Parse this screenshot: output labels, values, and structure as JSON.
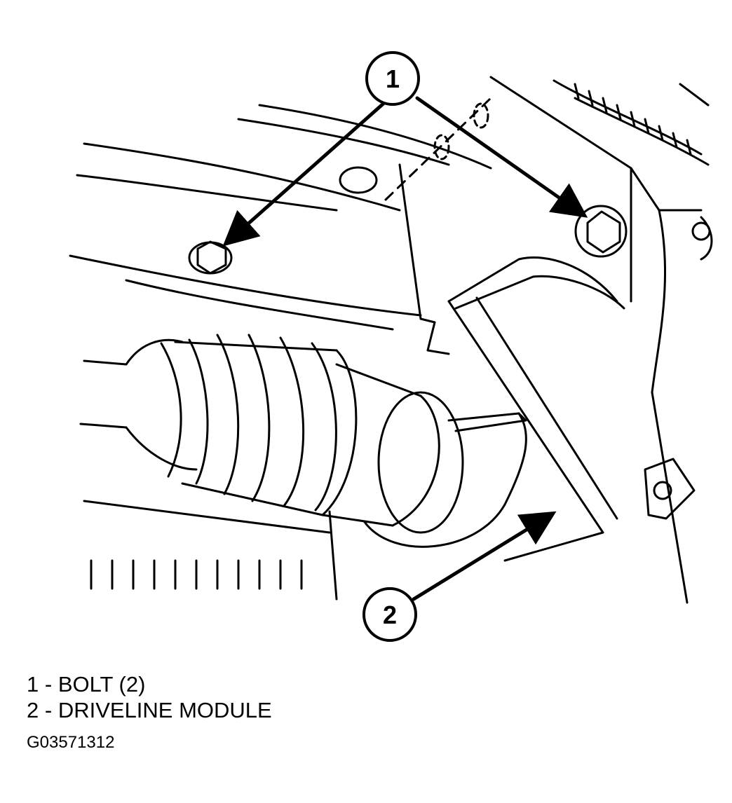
{
  "callouts": [
    {
      "number": "1"
    },
    {
      "number": "2"
    }
  ],
  "legend": [
    {
      "number": "1",
      "separator": "-",
      "text": "BOLT (2)"
    },
    {
      "number": "2",
      "separator": "-",
      "text": "DRIVELINE MODULE"
    }
  ],
  "figure_id": "G03571312",
  "colors": {
    "line": "#000000",
    "background": "#ffffff"
  }
}
